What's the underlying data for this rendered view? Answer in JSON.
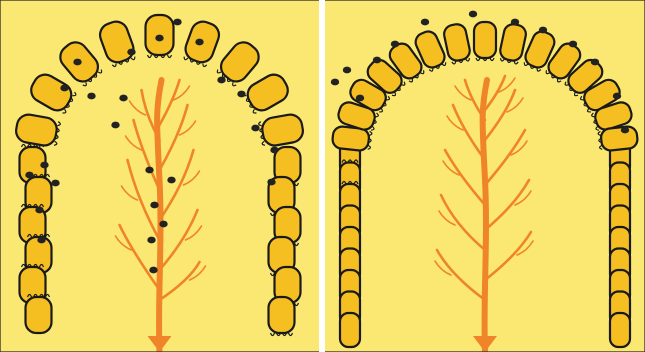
{
  "figure": {
    "colors": {
      "background": "#fbe872",
      "cell_fill": "#f5bf22",
      "cell_outline": "#1a1a1a",
      "vessel": "#f08428",
      "particle": "#222222",
      "divider": "#ffffff"
    },
    "panels": [
      {
        "id": "left",
        "description_icons": [
          "loose-cell-layer",
          "blood-vessel-icon",
          "dark-particle-icon"
        ],
        "particle_count_visible": "many",
        "cells_tightly_packed": false
      },
      {
        "id": "right",
        "description_icons": [
          "tight-cell-layer",
          "blood-vessel-icon",
          "dark-particle-icon"
        ],
        "particle_count_visible": "few",
        "cells_tightly_packed": true
      }
    ]
  }
}
